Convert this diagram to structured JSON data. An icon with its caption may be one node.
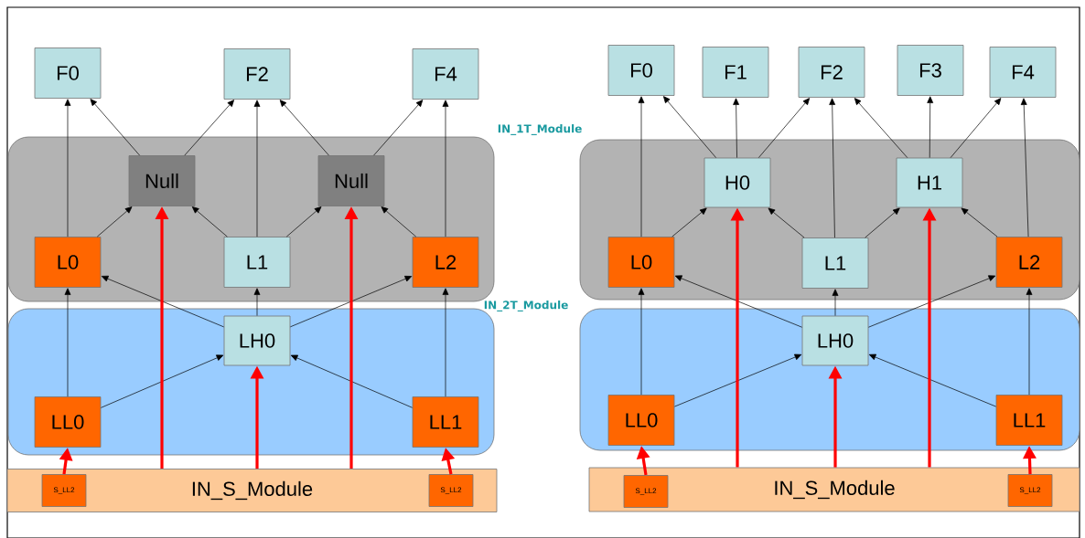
{
  "diagram": {
    "nodes": [
      {
        "text": [
          "F0"
        ]
      },
      {
        "text": [
          "F2"
        ]
      },
      {
        "text": [
          "F4"
        ]
      },
      {
        "text": [],
        "shape": "box"
      },
      {
        "text": [
          "Null"
        ],
        "in": 3
      },
      {
        "text": [
          "Null"
        ],
        "in": 3
      },
      {
        "text": [
          "L0"
        ],
        "in": 3
      },
      {
        "text": [
          "L1"
        ],
        "in": 3
      },
      {
        "text": [
          "L2"
        ],
        "in": 3
      },
      {
        "text": [],
        "shape": "box"
      },
      {
        "text": [
          "LH0"
        ],
        "in": 9
      },
      {
        "text": [
          "LL0"
        ],
        "in": 9
      },
      {
        "text": [
          "LL1"
        ],
        "in": 9
      },
      {
        "text": [
          "IN_S_Module"
        ]
      },
      {
        "text": [
          "S_LL2"
        ],
        "in": 13
      },
      {
        "text": [
          "S_LL2"
        ],
        "in": 13
      },
      {
        "text": [
          "F0"
        ]
      },
      {
        "text": [
          "F1"
        ]
      },
      {
        "text": [
          "F2"
        ]
      },
      {
        "text": [
          "F3"
        ]
      },
      {
        "text": [
          "F4"
        ]
      },
      {
        "text": [],
        "shape": "box"
      },
      {
        "text": [
          "H0"
        ],
        "in": 21
      },
      {
        "text": [
          "H1"
        ],
        "in": 21
      },
      {
        "text": [
          "L0"
        ],
        "in": 21
      },
      {
        "text": [
          "L1"
        ],
        "in": 21
      },
      {
        "text": [
          "L2"
        ],
        "in": 21
      },
      {
        "text": [],
        "shape": "box"
      },
      {
        "text": [
          "LH0"
        ],
        "in": 27
      },
      {
        "text": [
          "LL0"
        ],
        "in": 27
      },
      {
        "text": [
          "LL1"
        ],
        "in": 27
      },
      {
        "text": [
          "IN_S_Module"
        ]
      },
      {
        "text": [
          "S_LL2"
        ],
        "in": 31
      },
      {
        "text": [
          "S_LL2"
        ],
        "in": 31
      }
    ],
    "edges": [
      {
        "from": 6,
        "to": 0,
        "arrow": "to"
      },
      {
        "from": 4,
        "to": 0,
        "arrow": "to"
      },
      {
        "from": 4,
        "to": 1,
        "arrow": "to"
      },
      {
        "from": 7,
        "to": 1,
        "arrow": "to"
      },
      {
        "from": 5,
        "to": 1,
        "arrow": "to"
      },
      {
        "from": 5,
        "to": 2,
        "arrow": "to"
      },
      {
        "from": 8,
        "to": 2,
        "arrow": "to"
      },
      {
        "from": 6,
        "to": 4,
        "arrow": "to"
      },
      {
        "from": 7,
        "to": 4,
        "arrow": "to"
      },
      {
        "from": 7,
        "to": 5,
        "arrow": "to"
      },
      {
        "from": 8,
        "to": 5,
        "arrow": "to"
      },
      {
        "from": 10,
        "to": 6,
        "arrow": "to"
      },
      {
        "from": 10,
        "to": 7,
        "arrow": "to"
      },
      {
        "from": 10,
        "to": 8,
        "arrow": "to"
      },
      {
        "from": 11,
        "to": 6,
        "arrow": "to"
      },
      {
        "from": 12,
        "to": 8,
        "arrow": "to"
      },
      {
        "from": 11,
        "to": 10,
        "arrow": "to"
      },
      {
        "from": 12,
        "to": 10,
        "arrow": "to"
      },
      {
        "from": 13,
        "to": 4,
        "arrow": "to",
        "style": "thick",
        "color": "#ff0000"
      },
      {
        "from": 13,
        "to": 10,
        "arrow": "to",
        "style": "thick",
        "color": "#ff0000"
      },
      {
        "from": 13,
        "to": 5,
        "arrow": "to",
        "style": "thick",
        "color": "#ff0000"
      },
      {
        "from": 14,
        "to": 11,
        "arrow": "to",
        "style": "thick",
        "color": "#ff0000"
      },
      {
        "from": 15,
        "to": 12,
        "arrow": "to",
        "style": "thick",
        "color": "#ff0000"
      },
      {
        "from": 24,
        "to": 16,
        "arrow": "to"
      },
      {
        "from": 22,
        "to": 16,
        "arrow": "to"
      },
      {
        "from": 22,
        "to": 17,
        "arrow": "to"
      },
      {
        "from": 22,
        "to": 18,
        "arrow": "to"
      },
      {
        "from": 25,
        "to": 18,
        "arrow": "to"
      },
      {
        "from": 23,
        "to": 18,
        "arrow": "to"
      },
      {
        "from": 23,
        "to": 19,
        "arrow": "to"
      },
      {
        "from": 23,
        "to": 20,
        "arrow": "to"
      },
      {
        "from": 26,
        "to": 20,
        "arrow": "to"
      },
      {
        "from": 24,
        "to": 22,
        "arrow": "to"
      },
      {
        "from": 25,
        "to": 22,
        "arrow": "to"
      },
      {
        "from": 25,
        "to": 23,
        "arrow": "to"
      },
      {
        "from": 26,
        "to": 23,
        "arrow": "to"
      },
      {
        "from": 28,
        "to": 24,
        "arrow": "to"
      },
      {
        "from": 28,
        "to": 25,
        "arrow": "to"
      },
      {
        "from": 28,
        "to": 26,
        "arrow": "to"
      },
      {
        "from": 29,
        "to": 24,
        "arrow": "to"
      },
      {
        "from": 30,
        "to": 26,
        "arrow": "to"
      },
      {
        "from": 29,
        "to": 28,
        "arrow": "to"
      },
      {
        "from": 30,
        "to": 28,
        "arrow": "to"
      },
      {
        "from": 31,
        "to": 22,
        "arrow": "to",
        "style": "thick",
        "color": "#ff0000"
      },
      {
        "from": 31,
        "to": 28,
        "arrow": "to",
        "style": "thick",
        "color": "#ff0000"
      },
      {
        "from": 31,
        "to": 23,
        "arrow": "to",
        "style": "thick",
        "color": "#ff0000"
      },
      {
        "from": 32,
        "to": 29,
        "arrow": "to",
        "style": "thick",
        "color": "#ff0000"
      },
      {
        "from": 33,
        "to": 30,
        "arrow": "to",
        "style": "thick",
        "color": "#ff0000"
      }
    ],
    "labels": [
      "IN_1T_Module",
      "IN_2T_Module"
    ]
  }
}
